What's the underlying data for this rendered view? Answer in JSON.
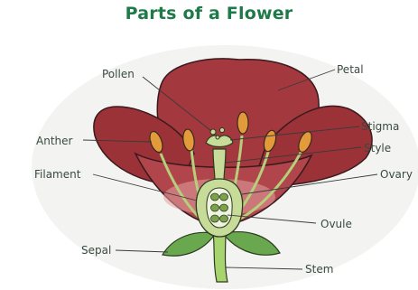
{
  "title": "Parts of a Flower",
  "labels": {
    "pollen": "Pollen",
    "petal": "Petal",
    "stigma": "Stigma",
    "style": "Style",
    "anther": "Anther",
    "ovary": "Ovary",
    "filament": "Filament",
    "ovule": "Ovule",
    "sepal": "Sepal",
    "stem": "Stem"
  },
  "colors": {
    "title": "#1f7a4a",
    "petal": "#a3383e",
    "petal_dark": "#7f2a2f",
    "pistil": "#c8dc9a",
    "anther": "#e39a3a",
    "sepal": "#6aa84f",
    "stem": "#9ccc65"
  }
}
